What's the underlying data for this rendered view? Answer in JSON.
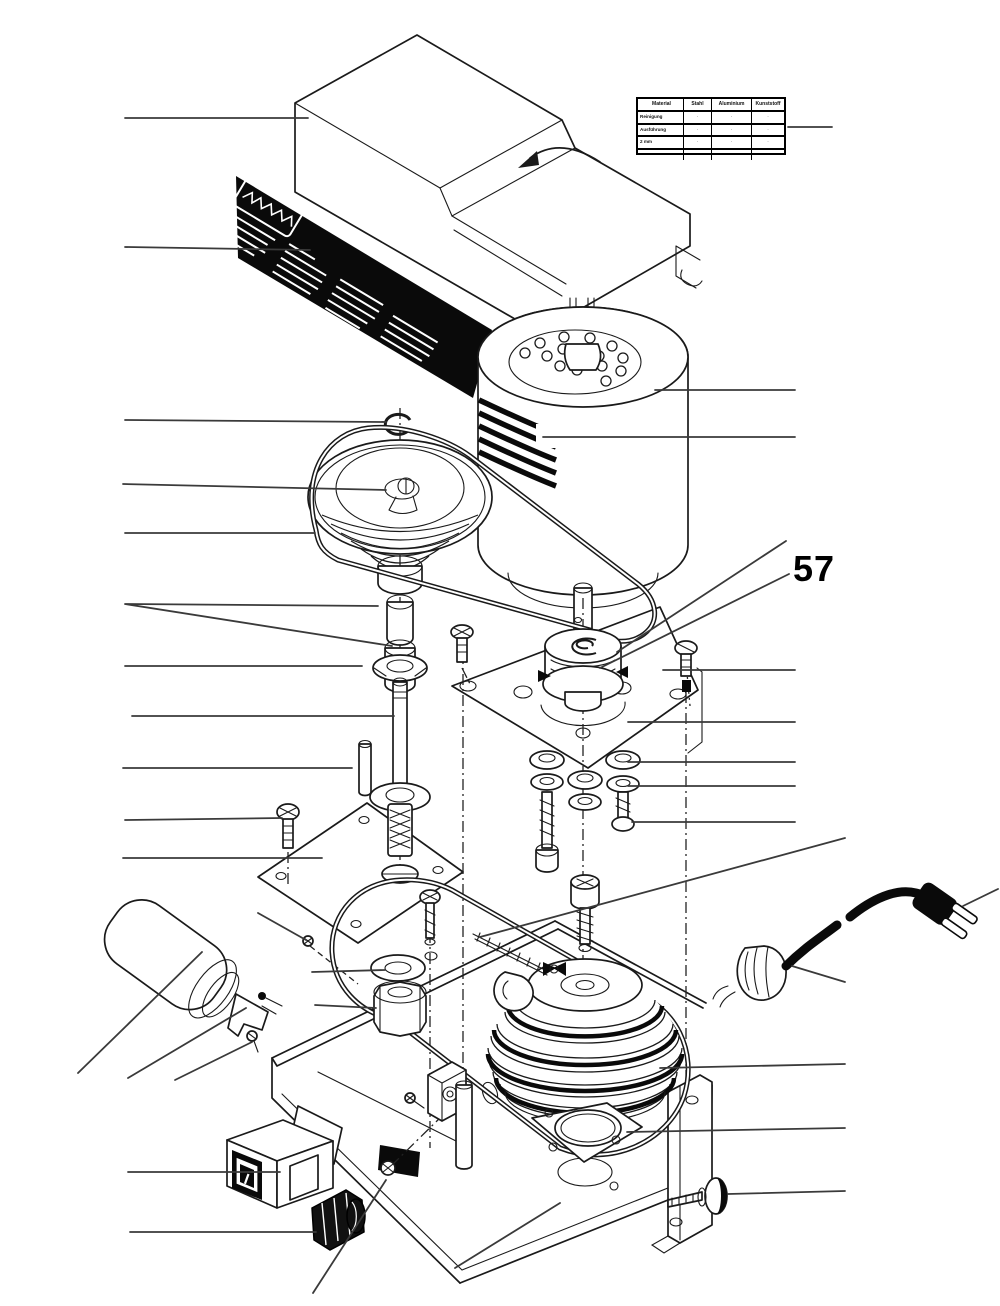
{
  "callouts": {
    "part_57": "57"
  },
  "materials_table": {
    "headers": [
      "Material",
      "Stahl",
      "Aluminium",
      "Kunststoff"
    ],
    "rows": [
      {
        "label": "Reinigung",
        "values": [
          "·",
          "·",
          "·"
        ]
      },
      {
        "label": "Ausführung",
        "values": [
          "·",
          "·",
          "·"
        ]
      },
      {
        "label": "2 mm",
        "values": [
          "·",
          "·",
          "·"
        ]
      },
      {
        "label": "",
        "values": [
          "·",
          "",
          "·"
        ]
      }
    ]
  },
  "power_module": {
    "switch_marking": "I"
  },
  "colors": {
    "line": "#1a1a1a",
    "leader": "#3a3a3a",
    "label_bg": "#000000",
    "background": "#ffffff"
  }
}
